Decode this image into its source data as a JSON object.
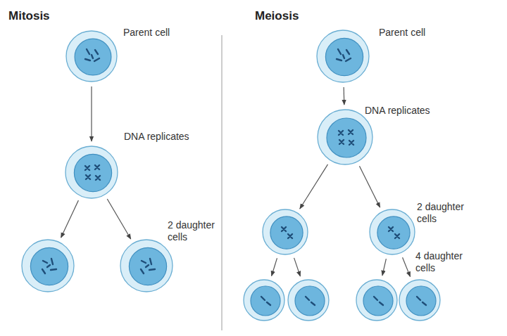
{
  "diagram": {
    "nodes": [
      {
        "text": [
          "Parent cell"
        ]
      },
      {
        "text": []
      },
      {
        "text": []
      },
      {
        "text": []
      },
      {
        "text": [
          "Parent cell"
        ]
      },
      {
        "text": []
      },
      {
        "text": []
      },
      {
        "text": []
      },
      {
        "text": []
      },
      {
        "text": []
      },
      {
        "text": []
      },
      {
        "text": []
      }
    ],
    "edges": [
      {
        "from": 0,
        "to": 1,
        "label": "DNA replicates",
        "arrow": "to"
      },
      {
        "from": 1,
        "to": 2,
        "arrow": "to"
      },
      {
        "from": 1,
        "to": 3,
        "arrow": "to"
      },
      {
        "from": 4,
        "to": 5,
        "label": "DNA replicates",
        "arrow": "to"
      },
      {
        "from": 5,
        "to": 6,
        "arrow": "to"
      },
      {
        "from": 5,
        "to": 7,
        "arrow": "to"
      },
      {
        "from": 6,
        "to": 8,
        "arrow": "to"
      },
      {
        "from": 6,
        "to": 9,
        "arrow": "to"
      },
      {
        "from": 7,
        "to": 10,
        "arrow": "to"
      },
      {
        "from": 7,
        "to": 11,
        "arrow": "to"
      }
    ],
    "labels": [
      "Mitosis",
      "2 daughter cells",
      "Meiosis",
      "2 daughter cells",
      "4 daughter cells"
    ]
  }
}
